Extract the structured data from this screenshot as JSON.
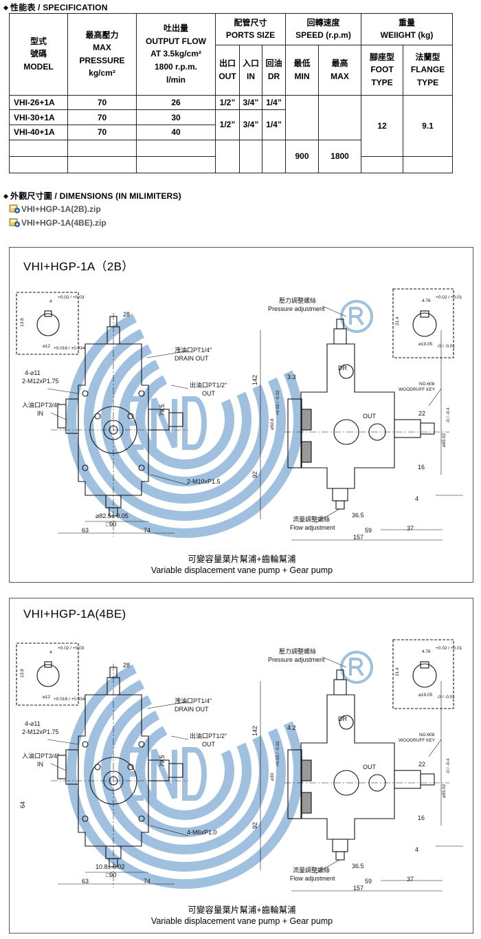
{
  "spec": {
    "heading": "性能表 / SPECIFICATION",
    "model_header": [
      "型式",
      "號碼",
      "MODEL"
    ],
    "pressure_header": [
      "最高壓力",
      "MAX",
      "PRESSURE",
      "kg/cm²"
    ],
    "flow_header": [
      "吐出量",
      "OUTPUT FLOW",
      "AT 3.5kg/cm²",
      "1800 r.p.m.",
      "l/min"
    ],
    "ports_header": [
      "配管尺寸",
      "PORTS SIZE"
    ],
    "ports_cols": [
      {
        "zh": "出口",
        "en": "OUT"
      },
      {
        "zh": "入口",
        "en": "IN"
      },
      {
        "zh": "回油",
        "en": "DR"
      }
    ],
    "speed_header": [
      "回轉速度",
      "SPEED (r.p.m)"
    ],
    "speed_cols": [
      {
        "zh": "最低",
        "en": "MIN"
      },
      {
        "zh": "最高",
        "en": "MAX"
      }
    ],
    "weight_header": [
      "重量",
      "WEIIGHT (kg)"
    ],
    "weight_cols": [
      {
        "zh": "腳座型",
        "en1": "FOOT",
        "en2": "TYPE"
      },
      {
        "zh": "法蘭型",
        "en1": "FLANGE",
        "en2": "TYPE"
      }
    ],
    "rows": [
      {
        "model": "VHI-26+1A",
        "pressure": "70",
        "flow": "26",
        "out": "1/2”",
        "in": "3/4”",
        "dr": "1/4”"
      },
      {
        "model": "VHI-30+1A",
        "pressure": "70",
        "flow": "30",
        "out": "1/2”",
        "in": "3/4”",
        "dr": "1/4”"
      },
      {
        "model": "VHI-40+1A",
        "pressure": "70",
        "flow": "40"
      }
    ],
    "speed_min": "900",
    "speed_max": "1800",
    "weight_foot": "12",
    "weight_flange": "9.1"
  },
  "dimensions": {
    "heading": "外觀尺寸圖 / DIMENSIONS (IN MILIMITERS)",
    "files": [
      "VHI+HGP-1A(2B).zip",
      "VHI+HGP-1A(4BE).zip"
    ]
  },
  "drawings": [
    {
      "title": "VHI+HGP-1A（2B）",
      "labels": {
        "key_a_w": "4",
        "key_a_tol": "+0.02 / +0.03",
        "key_a_h": "13.8",
        "key_a_dia": "⌀12",
        "key_a_dia_tol": "+0.016 / +0.034",
        "dim_28": "28",
        "drain_zh": "洩油口PT1/4\"",
        "drain_en": "DRAIN OUT",
        "out_zh": "出油口PT1/2\"",
        "out_en": "OUT",
        "holes": "4-⌀11",
        "thread": "2-M12xP1.75",
        "in_zh": "入油口PT3/4\"",
        "in_en": "IN",
        "dim_795": "79.5",
        "mount_thread": "2-M10xP1.5",
        "dia_825": "⌀82.5± 0.05",
        "sq_90": "□90",
        "dim_63": "63",
        "dim_74": "74",
        "dim_64": "",
        "pa_zh": "壓力調整螺絲",
        "pa_en": "Pressure adjustment",
        "dim_142": "142",
        "dim_92": "92",
        "dim_33": "3.3",
        "shaft_dia": "⌀50.8",
        "shaft_tol": "+0.03 / -0.02",
        "dr": "DR",
        "out": "OUT",
        "fa_zh": "流量調整螺絲",
        "fa_en": "Flow adjustment",
        "dim_365": "36.5",
        "dim_59": "59",
        "dim_37": "37",
        "dim_157": "157",
        "key_b_w": "4.76",
        "key_b_tol": "+0.02 / +0.01",
        "key_b_h": "21.4",
        "key_b_dia": "⌀19.05",
        "key_b_dia_tol": "-0 / -0.01",
        "woodruff_no": "NO.608",
        "woodruff": "WOODRUFF KEY",
        "dim_22": "22",
        "dim_16": "16",
        "dim_4": "4",
        "dia_9502": "⌀95.02",
        "dia_9502_tol": "-0 / -0.4"
      },
      "caption_zh": "可變容量葉片幫浦+齒輪幫浦",
      "caption_en": "Variable displacement vane pump + Gear pump"
    },
    {
      "title": "VHI+HGP-1A(4BE)",
      "labels": {
        "key_a_w": "4",
        "key_a_tol": "+0.02 / +0.03",
        "key_a_h": "13.8",
        "key_a_dia": "⌀12",
        "key_a_dia_tol": "+0.016 / +0.034",
        "dim_28": "28",
        "drain_zh": "洩油口PT1/4\"",
        "drain_en": "DRAIN OUT",
        "out_zh": "出油口PT1/2\"",
        "out_en": "OUT",
        "holes": "4-⌀11",
        "thread": "2-M12xP1.75",
        "in_zh": "入油口PT3/4\"",
        "in_en": "IN",
        "dim_795": "79.5",
        "mount_thread": "4-M6xP1.0",
        "dia_825": "10.8± 0.02",
        "sq_90": "□90",
        "dim_63": "63",
        "dim_74": "74",
        "dim_64": "64",
        "pa_zh": "壓力調整螺絲",
        "pa_en": "Pressure adjustment",
        "dim_142": "142",
        "dim_92": "92",
        "dim_33": "4.2",
        "shaft_dia": "⌀30",
        "shaft_tol": "+0.03 / -0.02",
        "dr": "DR",
        "out": "OUT",
        "fa_zh": "流量調整螺絲",
        "fa_en": "Flow adjustment",
        "dim_365": "36.5",
        "dim_59": "59",
        "dim_37": "37",
        "dim_157": "157",
        "key_b_w": "4.76",
        "key_b_tol": "+0.02 / +0.01",
        "key_b_h": "21.4",
        "key_b_dia": "⌀19.05",
        "key_b_dia_tol": "-0 / -0.01",
        "woodruff_no": "NO.608",
        "woodruff": "WOODRUFF KEY",
        "dim_22": "22",
        "dim_16": "16",
        "dim_4": "4",
        "dia_9502": "⌀95.02",
        "dia_9502_tol": "-0 / -0.4"
      },
      "caption_zh": "可變容量葉片幫浦+齒輪幫浦",
      "caption_en": "Variable displacement vane pump + Gear pump"
    }
  ],
  "colors": {
    "watermark": "#8fb6d9",
    "line": "#111111",
    "border": "#222222",
    "link": "#555555"
  }
}
